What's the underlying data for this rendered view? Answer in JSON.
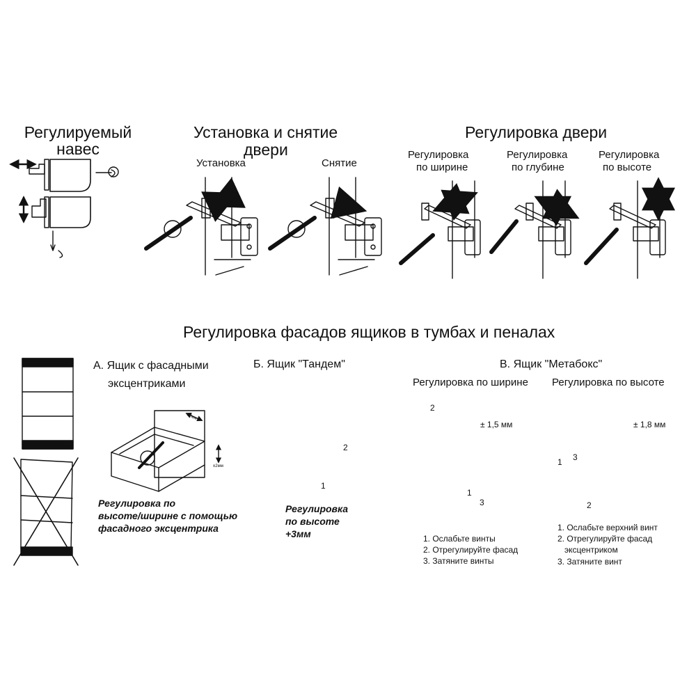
{
  "adjustable_hinge": {
    "title": "Регулируемый\nнавес"
  },
  "door_install": {
    "title_line1": "Установка и снятие",
    "title_line2": "двери",
    "install_label": "Установка",
    "remove_label": "Снятие"
  },
  "door_adjust": {
    "title": "Регулировка двери",
    "width_line1": "Регулировка",
    "width_line2": "по ширине",
    "depth_line1": "Регулировка",
    "depth_line2": "по глубине",
    "height_line1": "Регулировка",
    "height_line2": "по высоте"
  },
  "drawers": {
    "title": "Регулировка фасадов ящиков в тумбах и пеналах",
    "a_title_line1": "А. Ящик с фасадными",
    "a_title_line2": "эксцентриками",
    "a_dim_width": "±2мм",
    "a_dim_height": "±2мм",
    "a_caption_line1": "Регулировка по",
    "a_caption_line2": "высоте/ширине с помощью",
    "a_caption_line3": "фасадного эксцентрика",
    "b_title": "Б. Ящик \"Тандем\"",
    "b_caption_line1": "Регулировка",
    "b_caption_line2": "по высоте",
    "b_caption_line3": "+3мм",
    "b_num1": "1",
    "b_num2": "2",
    "c_title": "В. Ящик \"Метабокс\"",
    "c_width_label": "Регулировка по ширине",
    "c_height_label": "Регулировка по  высоте",
    "c_width_tol": "± 1,5 мм",
    "c_height_tol": "± 1,8 мм",
    "c_num1": "1",
    "c_num2": "2",
    "c_num3": "3",
    "c_width_steps": [
      "1. Ослабьте винты",
      "2. Отрегулируйте фасад",
      "3. Затяните винты"
    ],
    "c_height_steps": [
      "1. Ослабьте верхний винт",
      "2. Отрегулируйте фасад",
      "   эксцентриком",
      "3. Затяните винт"
    ]
  }
}
